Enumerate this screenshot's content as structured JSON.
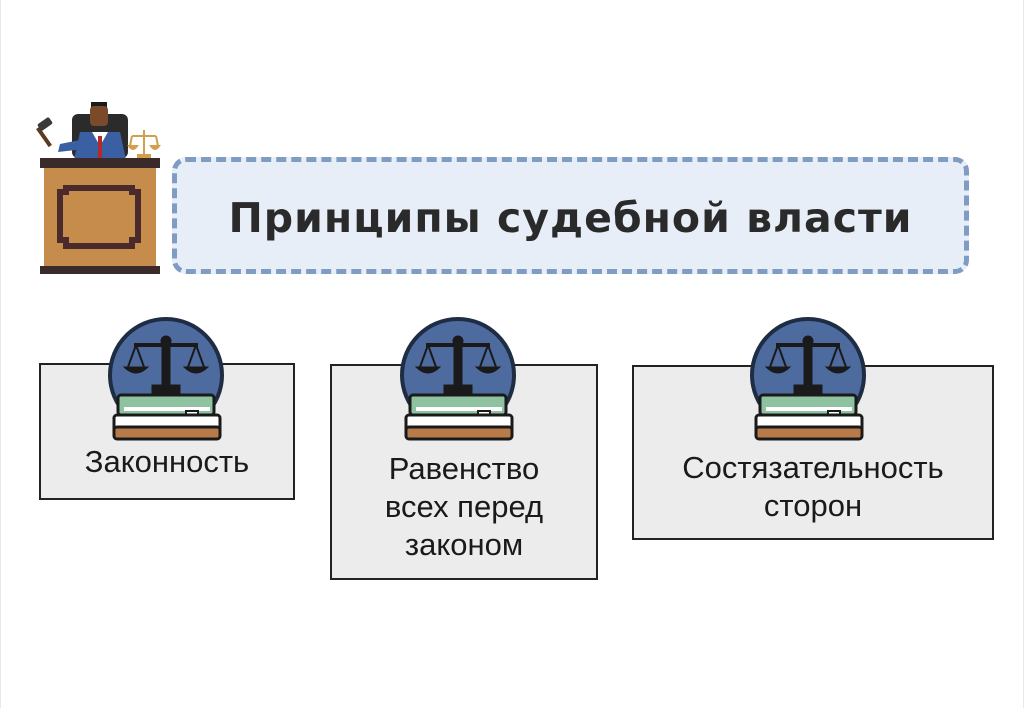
{
  "title": "Принципы судебной власти",
  "principles": [
    {
      "label": "Законность"
    },
    {
      "label": "Равенство\nвсех перед\nзаконом"
    },
    {
      "label": "Состязательность\nсторон"
    }
  ],
  "colors": {
    "title_bg": "#e7eef7",
    "title_border": "#7f9dc2",
    "card_bg": "#ececec",
    "emblem_circle": "#4d6b9e",
    "book_green": "#8fc2a1",
    "book_brown": "#b87a48",
    "desk": "#c58c4c"
  },
  "icons": [
    "judge-at-desk-illustration",
    "scales-on-books-icon"
  ]
}
